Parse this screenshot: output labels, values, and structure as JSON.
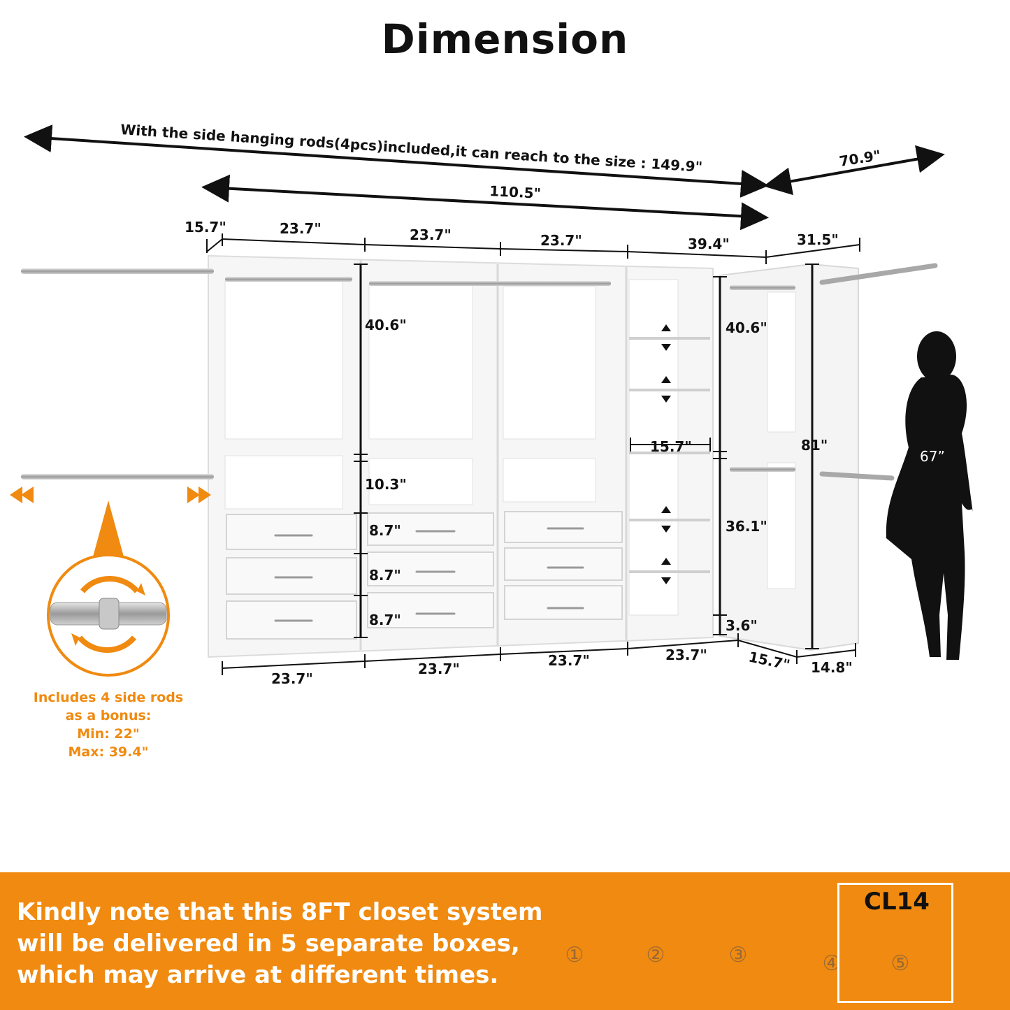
{
  "title": "Dimension",
  "dimensions": {
    "total_with_rods": "With the side hanging rods(4pcs)included,it can reach to the size : 149.9\"",
    "side_depth": "70.9\"",
    "main_width": "110.5\"",
    "top_side": "15.7\"",
    "top_col1": "23.7\"",
    "top_col2": "23.7\"",
    "top_col3": "23.7\"",
    "top_corner": "39.4\"",
    "top_right": "31.5\"",
    "hang_height": "40.6\"",
    "shelf_gap": "10.3\"",
    "drawer1": "8.7\"",
    "drawer2": "8.7\"",
    "drawer3": "8.7\"",
    "shelf_width": "15.7\"",
    "corner_hang_upper": "40.6\"",
    "corner_hang_lower": "36.1\"",
    "base": "3.6\"",
    "total_height": "81\"",
    "person_height": "67”",
    "bottom_col1": "23.7\"",
    "bottom_col2": "23.7\"",
    "bottom_col3": "23.7\"",
    "bottom_col4": "23.7\"",
    "bottom_corner": "15.7\"",
    "bottom_right": "14.8\""
  },
  "bonus": {
    "line1": "Includes 4 side rods",
    "line2": "as a bonus:",
    "line3": "Min: 22\"",
    "line4": "Max: 39.4\""
  },
  "note": {
    "line1": "Kindly note that this 8FT closet system",
    "line2": "will be delivered in 5 separate boxes,",
    "line3": "which may arrive at different times."
  },
  "product_code": "CL14",
  "boxes": [
    "①",
    "②",
    "③",
    "④",
    "⑤"
  ],
  "colors": {
    "accent": "#f08a10",
    "box": "#d9a66b",
    "box_dark": "#c08a4e",
    "panel": "#f4f4f4",
    "line": "#111111"
  }
}
